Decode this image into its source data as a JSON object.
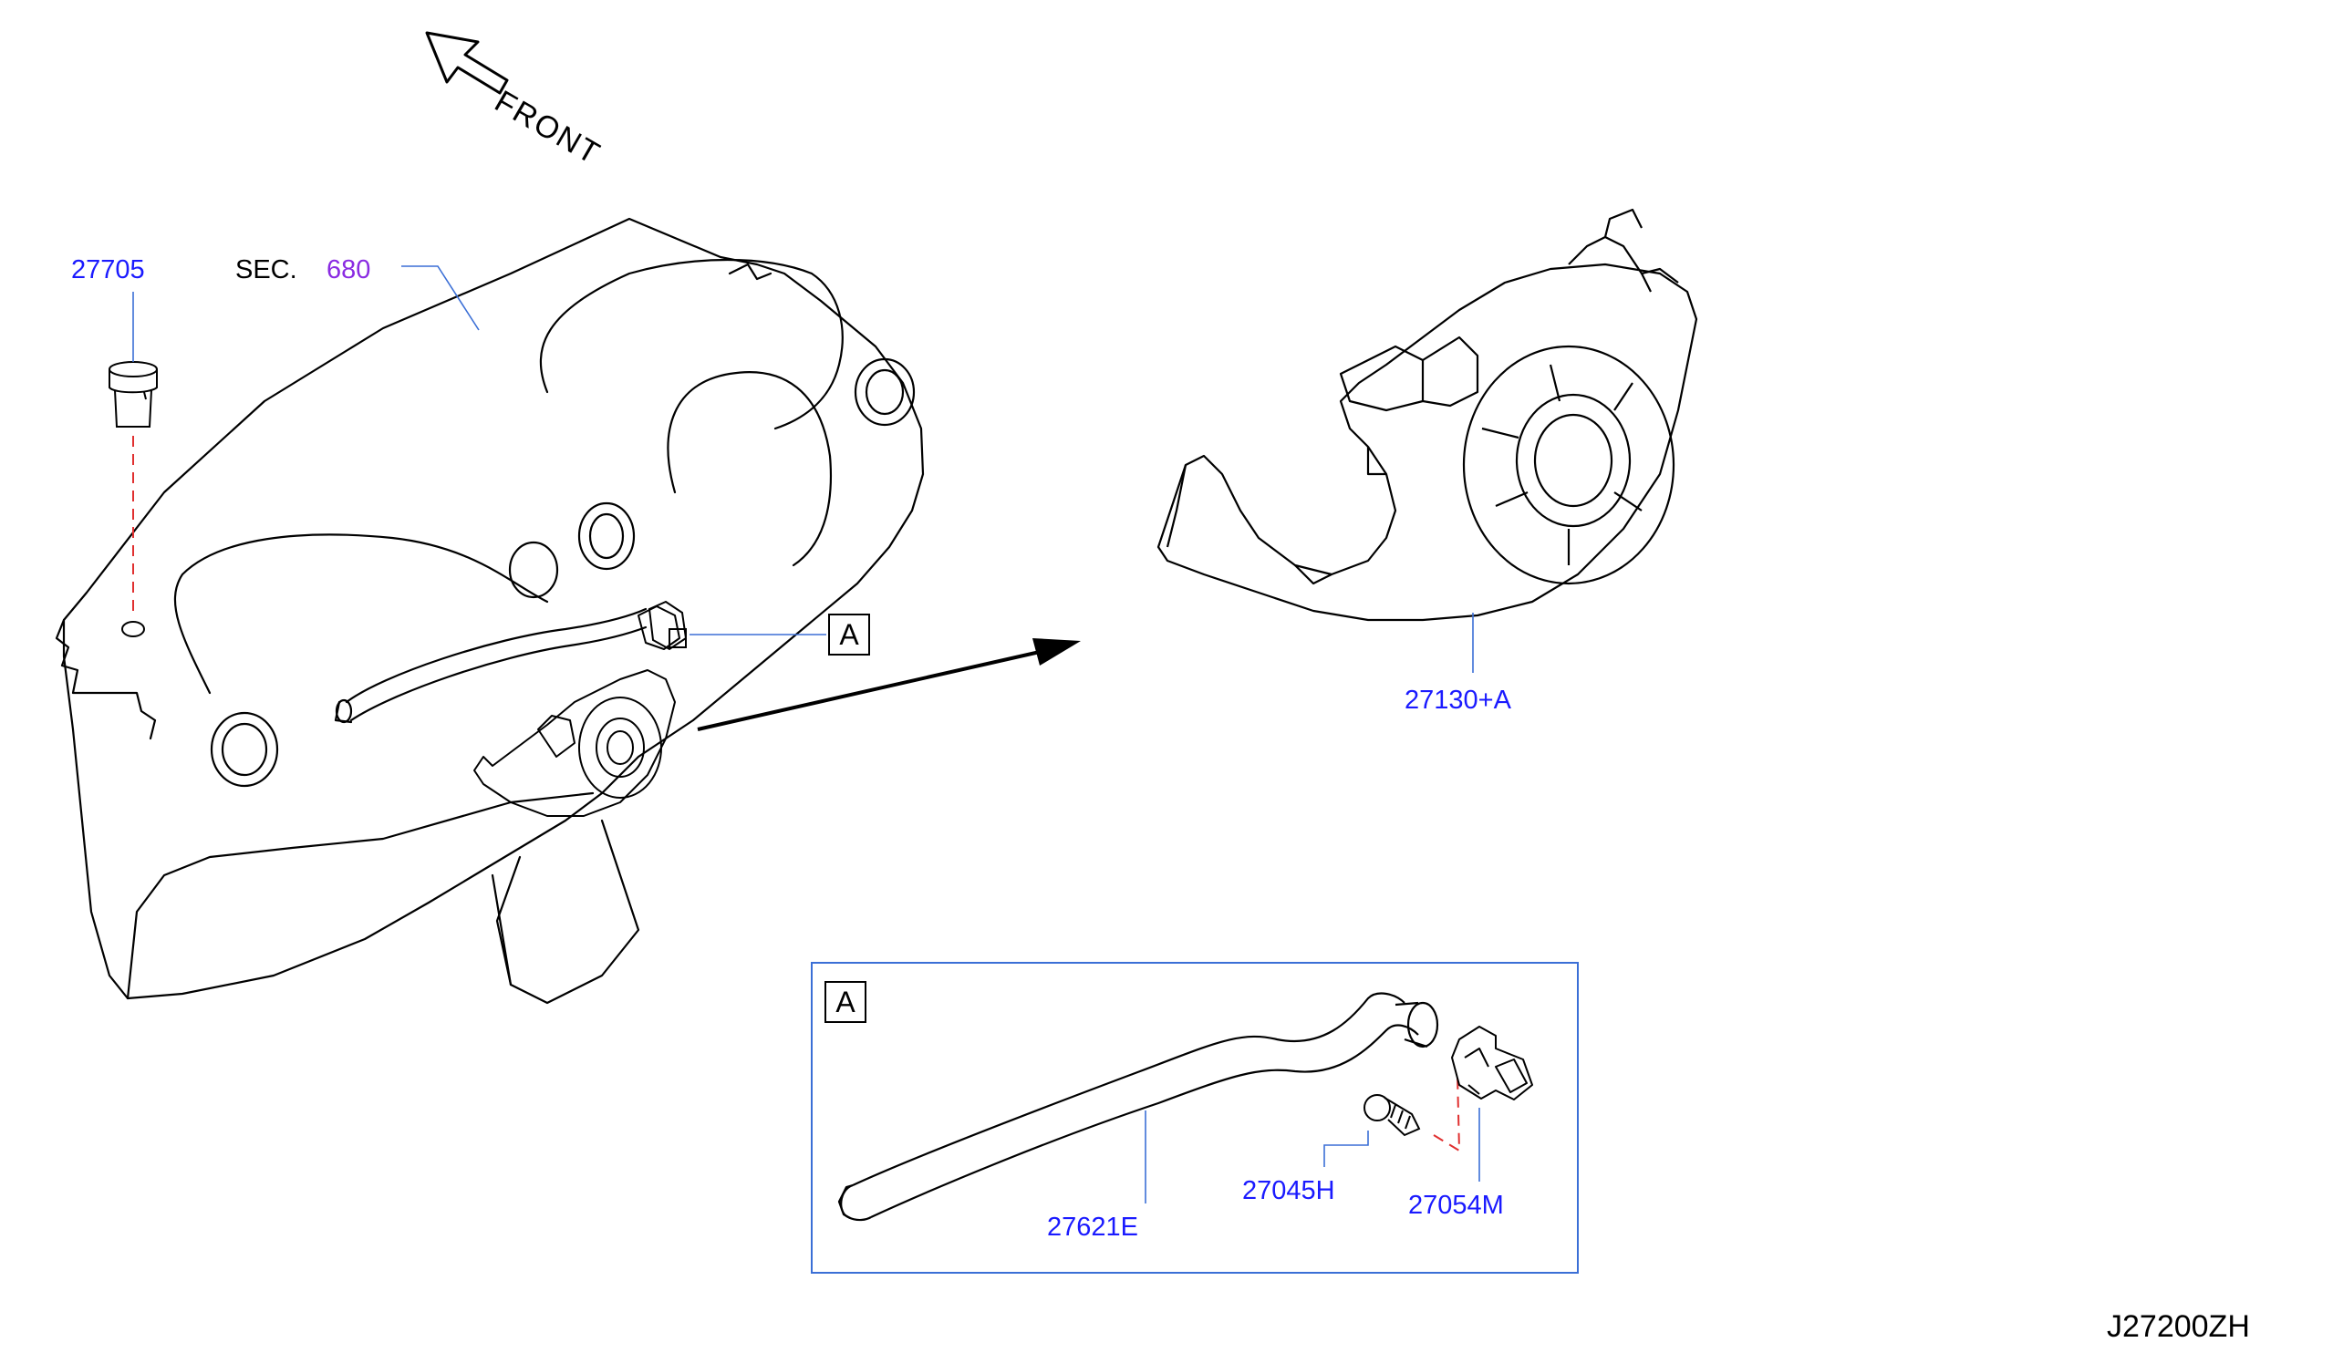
{
  "direction_label": "FRONT",
  "callouts": {
    "part_27705": "27705",
    "sec_prefix": "SEC.",
    "sec_number": "680",
    "part_27130": "27130+A",
    "part_27621": "27621E",
    "part_27045": "27045H",
    "part_27054": "27054M",
    "view_a_callout": "A",
    "view_a_box": "A"
  },
  "reference_code": "J27200ZH",
  "colors": {
    "line": "#000000",
    "callout_text": "#1a1aff",
    "section_text": "#8a2be2",
    "leader": "#3b6fd6",
    "hidden_line": "#e03030",
    "detail_box": "#3b6fd6"
  }
}
